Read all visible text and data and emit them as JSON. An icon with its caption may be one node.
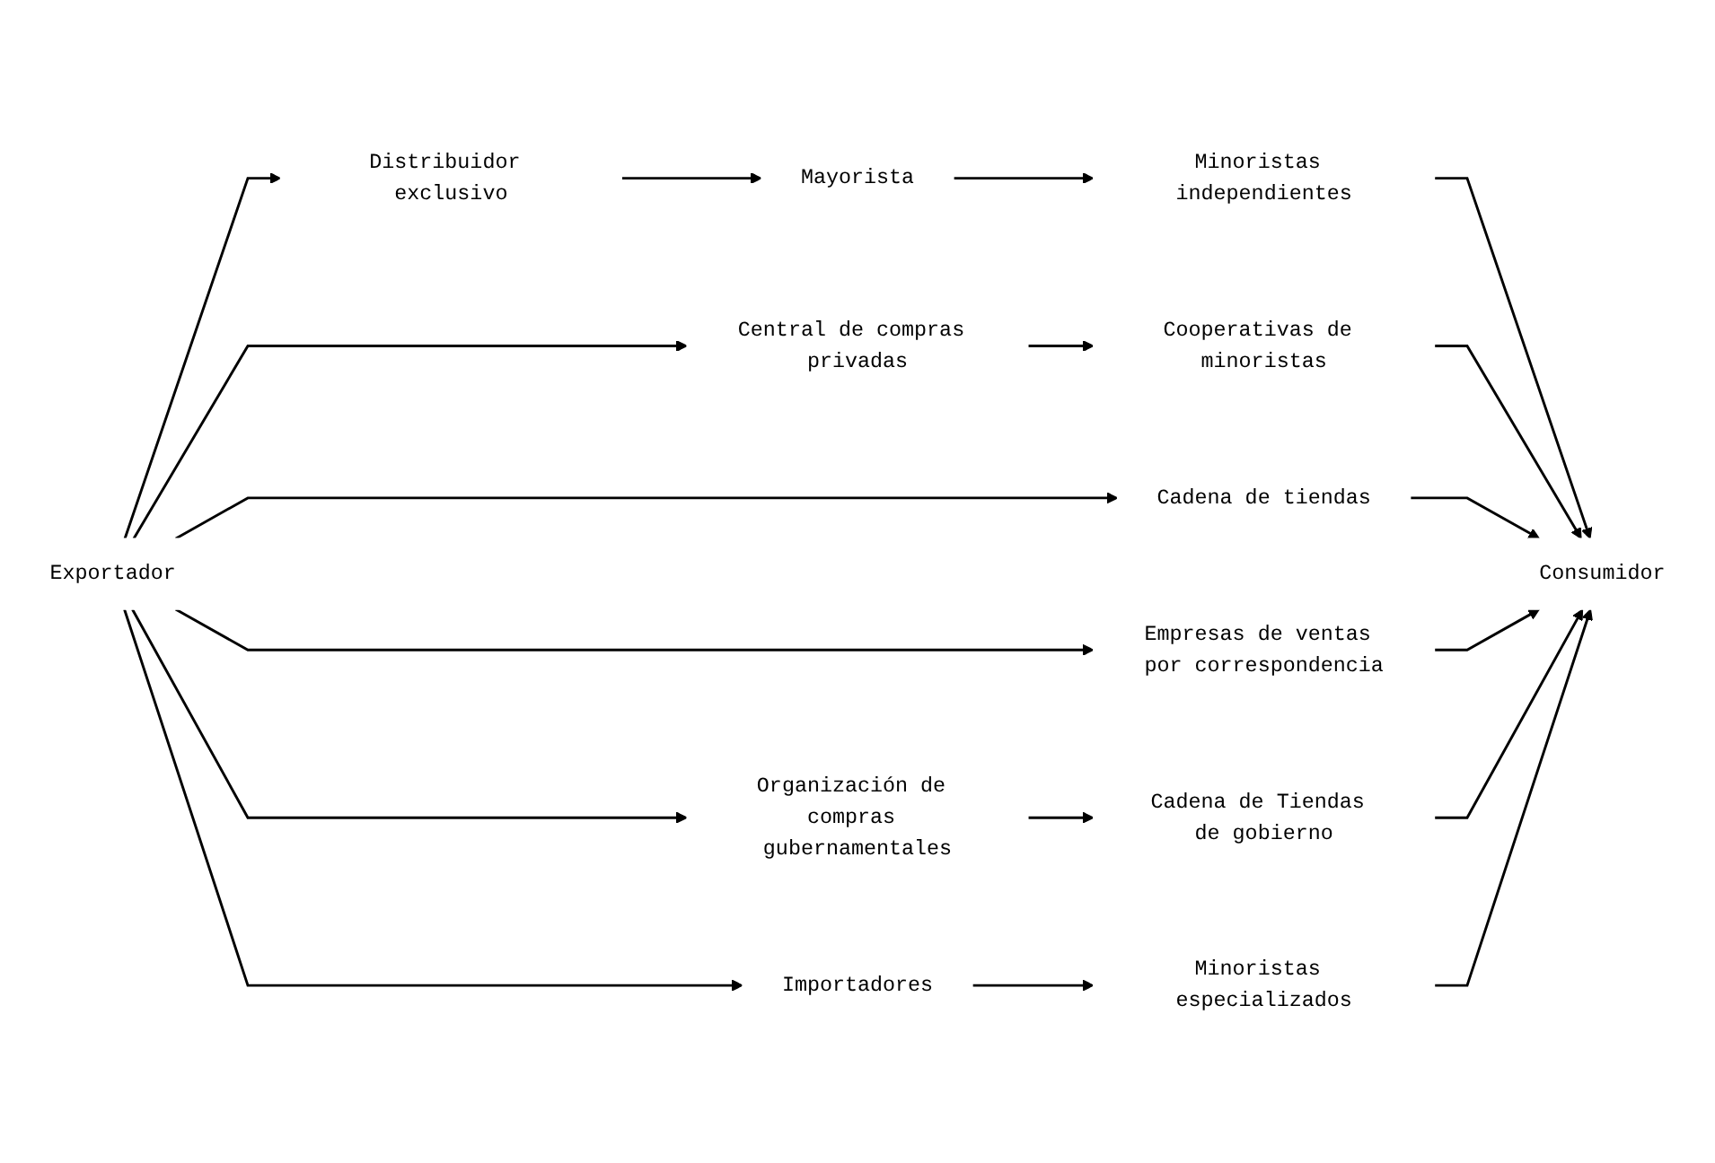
{
  "diagram": {
    "nodes": [
      {
        "text": [
          "Exportador"
        ]
      },
      {
        "text": [
          "Distribuidor exclusivo"
        ]
      },
      {
        "text": [
          "Mayorista"
        ]
      },
      {
        "text": [
          "Minoristas independientes"
        ]
      },
      {
        "text": [
          "Central de compras privadas"
        ]
      },
      {
        "text": [
          "Cooperativas de minoristas"
        ]
      },
      {
        "text": [
          "Cadena de tiendas"
        ]
      },
      {
        "text": [
          "Consumidor"
        ]
      },
      {
        "text": [
          "Empresas de ventas por correspondencia"
        ]
      },
      {
        "text": [
          "Cadena de Tiendas de gobierno"
        ]
      },
      {
        "text": [
          "Organización de compras gubernamentales"
        ]
      },
      {
        "text": [
          "Minoristas especializados"
        ]
      },
      {
        "text": [
          "Importadores"
        ]
      }
    ],
    "edges": [
      {
        "from": 0,
        "to": 1,
        "arrow": "to"
      },
      {
        "from": 0,
        "to": 4,
        "arrow": "to"
      },
      {
        "from": 0,
        "to": 6,
        "arrow": "to"
      },
      {
        "from": 0,
        "to": 8,
        "arrow": "to"
      },
      {
        "from": 0,
        "to": 10,
        "arrow": "to"
      },
      {
        "from": 0,
        "to": 12,
        "arrow": "to"
      },
      {
        "from": 1,
        "to": 2,
        "arrow": "to"
      },
      {
        "from": 2,
        "to": 3,
        "arrow": "to"
      },
      {
        "from": 4,
        "to": 5,
        "arrow": "to"
      },
      {
        "from": 3,
        "to": 7,
        "arrow": "to"
      },
      {
        "from": 5,
        "to": 7,
        "arrow": "to"
      },
      {
        "from": 6,
        "to": 7,
        "arrow": "to"
      },
      {
        "from": 8,
        "to": 7,
        "arrow": "to"
      },
      {
        "from": 9,
        "to": 7,
        "arrow": "to"
      },
      {
        "from": 10,
        "to": 9,
        "arrow": "to"
      },
      {
        "from": 12,
        "to": 11,
        "arrow": "to"
      },
      {
        "from": 11,
        "to": 7,
        "arrow": "to"
      }
    ]
  }
}
